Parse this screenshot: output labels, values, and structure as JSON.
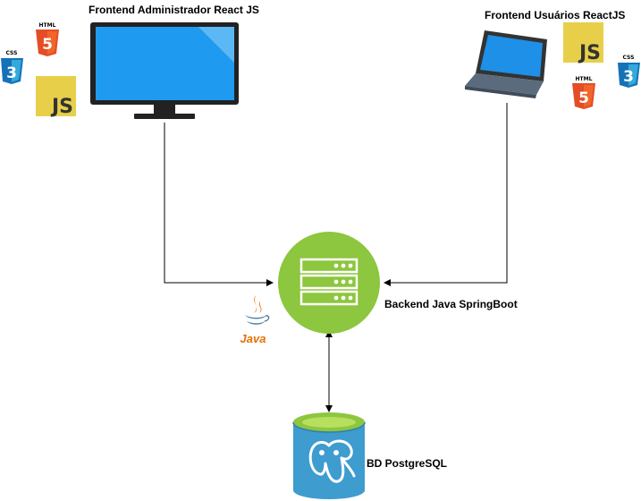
{
  "nodes": {
    "frontend_admin": {
      "label": "Frontend Administrador React JS"
    },
    "frontend_users": {
      "label": "Frontend Usuários ReactJS"
    },
    "backend": {
      "label": "Backend Java SpringBoot",
      "color": "#8DC63F"
    },
    "database": {
      "label": "BD PostgreSQL",
      "color": "#3E9CCF"
    }
  },
  "badges": {
    "html": "HTML",
    "html_num": "5",
    "css": "CSS",
    "css_num": "3",
    "js": "JS",
    "java": "Java"
  },
  "colors": {
    "html": "#E44D26",
    "css": "#1572B6",
    "js": "#E8CF4A",
    "java_red": "#E76F00",
    "java_blue": "#5382A1",
    "monitor_screen": "#1E9BF0",
    "laptop_screen": "#1E90E8"
  }
}
